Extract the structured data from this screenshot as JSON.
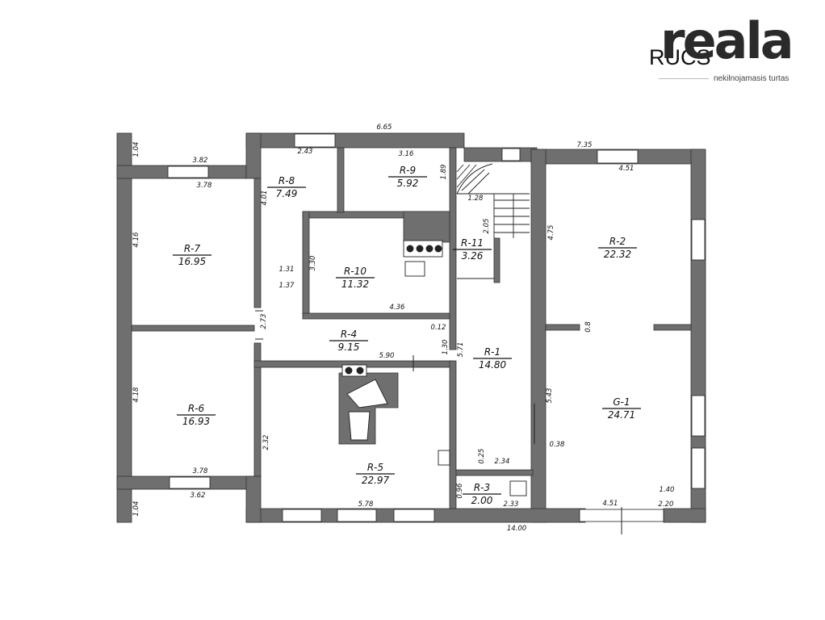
{
  "brand": {
    "prefix": "RUCS",
    "logo_text": "reala",
    "tagline": "nekilnojamasis turtas",
    "logo_color": "#2a2a2a"
  },
  "plan": {
    "wall_color": "#6f6f6f",
    "line_color": "#222222",
    "rooms": [
      {
        "id": "R-7",
        "area": "16.95"
      },
      {
        "id": "R-6",
        "area": "16.93"
      },
      {
        "id": "R-8",
        "area": "7.49"
      },
      {
        "id": "R-9",
        "area": "5.92"
      },
      {
        "id": "R-10",
        "area": "11.32"
      },
      {
        "id": "R-4",
        "area": "9.15"
      },
      {
        "id": "R-5",
        "area": "22.97"
      },
      {
        "id": "R-11",
        "area": "3.26"
      },
      {
        "id": "R-1",
        "area": "14.80"
      },
      {
        "id": "R-3",
        "area": "2.00"
      },
      {
        "id": "R-2",
        "area": "22.32"
      },
      {
        "id": "G-1",
        "area": "24.71"
      }
    ],
    "dimensions": [
      "6.65",
      "7.35",
      "3.82",
      "3.78",
      "2.43",
      "3.16",
      "1.89",
      "1.28",
      "4.51",
      "1.04",
      "4.16",
      "4.18",
      "4.01",
      "1.31",
      "1.37",
      "3.30",
      "2.05",
      "4.36",
      "2.73",
      "0.12",
      "1.30",
      "5.71",
      "5.90",
      "2.32",
      "3.78",
      "3.62",
      "1.04",
      "0.8",
      "5.43",
      "0.38",
      "2.34",
      "1.40",
      "2.20",
      "4.51",
      "5.78",
      "0.96",
      "2.33",
      "14.00",
      "4.75",
      "0.25"
    ]
  }
}
